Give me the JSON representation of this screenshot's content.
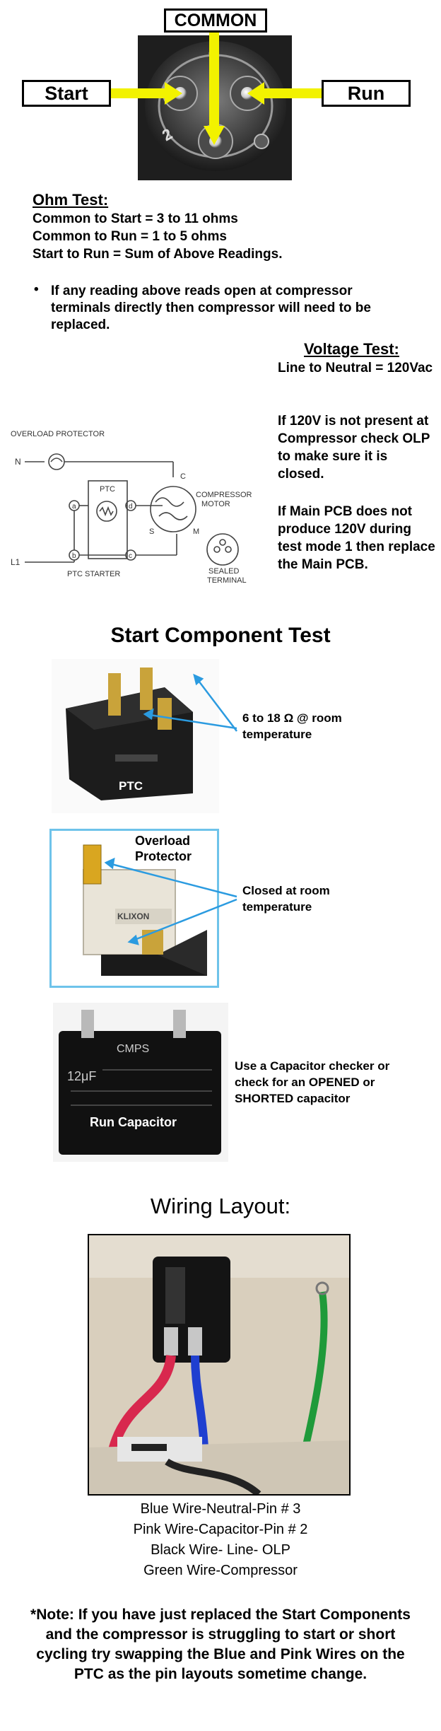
{
  "header": {
    "common_label": "COMMON",
    "start_label": "Start",
    "run_label": "Run"
  },
  "ohm_test": {
    "title": "Ohm Test:",
    "lines": [
      "Common to Start = 3 to 11 ohms",
      "Common to Run =  1 to 5 ohms",
      "Start to Run = Sum of Above Readings."
    ],
    "bullet": "If any reading above reads open at compressor terminals directly then compressor will  need to be replaced."
  },
  "voltage_test": {
    "title": "Voltage Test:",
    "line1": "Line to Neutral = 120Vac",
    "para2": "If 120V is not present at Compressor check OLP to make sure it is closed.",
    "para3": "If Main PCB does not produce 120V during test mode 1 then replace the Main PCB."
  },
  "schematic": {
    "overload_protector": "OVERLOAD  PROTECTOR",
    "n": "N",
    "l1": "L1",
    "ptc": "PTC",
    "ptc_starter": "PTC STARTER",
    "compressor_motor_1": "COMPRESSOR",
    "compressor_motor_2": "MOTOR",
    "sealed_terminal_1": "SEALED",
    "sealed_terminal_2": "TERMINAL",
    "a": "a",
    "b": "b",
    "c": "c",
    "d": "d",
    "C": "C",
    "S": "S",
    "M": "M"
  },
  "start_component": {
    "title": "Start Component Test",
    "ptc_label": "PTC",
    "ptc_note": "6 to 18  Ω @ room temperature",
    "overload_label_1": "Overload",
    "overload_label_2": "Protector",
    "overload_note": "Closed at room temperature",
    "capacitor_label": "Run Capacitor",
    "capacitor_note": "Use a Capacitor checker or check for an OPENED or SHORTED capacitor",
    "capacitor_marking_1": "CMPS",
    "capacitor_marking_2": "12μF"
  },
  "wiring": {
    "title": "Wiring Layout:",
    "captions": [
      "Blue Wire-Neutral-Pin # 3",
      "Pink Wire-Capacitor-Pin # 2",
      "Black Wire- Line- OLP",
      "Green Wire-Compressor"
    ],
    "note": "*Note: If you have just replaced the Start Components and the compressor is struggling to start or short cycling try swapping the Blue and Pink Wires on the PTC as the pin layouts sometime change."
  },
  "colors": {
    "arrow_yellow": "#f2f200",
    "arrow_blue": "#2b9be0",
    "overload_frame": "#6ec3ea",
    "wire_blue": "#1f3fd0",
    "wire_pink": "#d8284e",
    "wire_green": "#1f9a3a"
  }
}
